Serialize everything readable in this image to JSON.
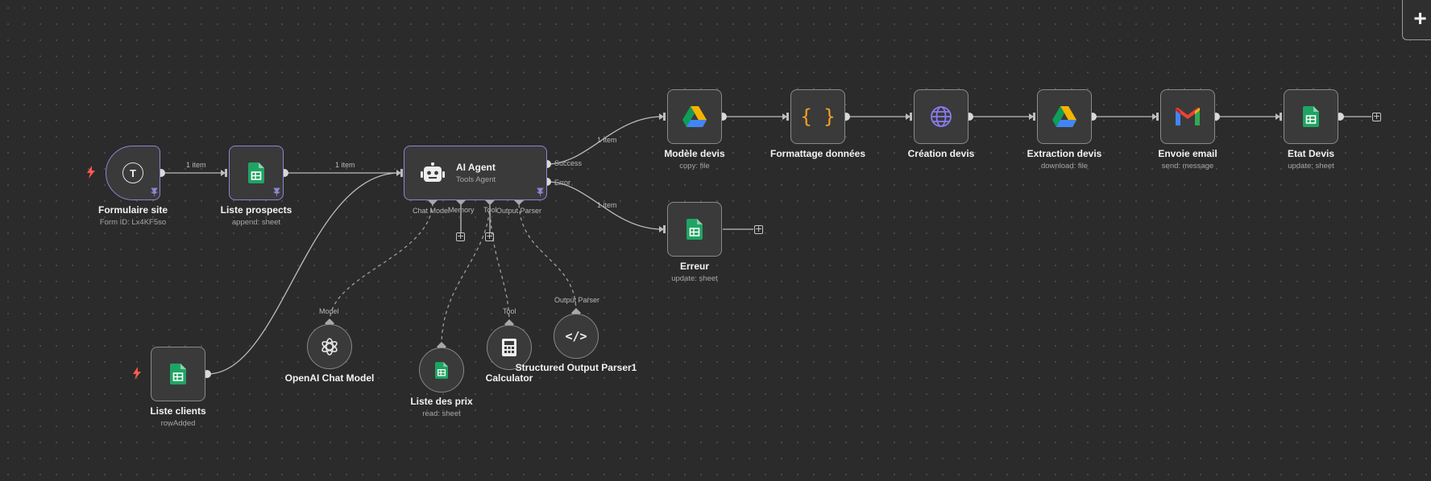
{
  "toolbar": {
    "add_label": "+"
  },
  "colors": {
    "accent": "#8b86d6",
    "sheets_green": "#1fa463",
    "trigger_bolt": "#ff5a4e",
    "code_orange": "#f4a024",
    "globe_purple": "#8a7cf0"
  },
  "nodes": {
    "formulaire": {
      "title": "Formulaire site",
      "subtitle": "Form ID: Lx4KF5so",
      "icon": "form-t-icon",
      "letter": "T"
    },
    "prospects": {
      "title": "Liste prospects",
      "subtitle": "append: sheet",
      "icon": "google-sheets-icon"
    },
    "clients": {
      "title": "Liste clients",
      "subtitle": "rowAdded",
      "icon": "google-sheets-icon"
    },
    "agent": {
      "title": "AI Agent",
      "subtitle": "Tools Agent",
      "icon": "robot-icon"
    },
    "modele": {
      "title": "Modèle devis",
      "subtitle": "copy: file",
      "icon": "google-drive-icon"
    },
    "formattage": {
      "title": "Formattage données",
      "subtitle": "",
      "icon": "code-braces-icon",
      "glyph": "{ }"
    },
    "creation": {
      "title": "Création devis",
      "subtitle": "",
      "icon": "globe-icon"
    },
    "extraction": {
      "title": "Extraction devis",
      "subtitle": "download: file",
      "icon": "google-drive-icon"
    },
    "envoie": {
      "title": "Envoie email",
      "subtitle": "send: message",
      "icon": "gmail-icon"
    },
    "etat": {
      "title": "Etat Devis",
      "subtitle": "update: sheet",
      "icon": "google-sheets-icon"
    },
    "erreur": {
      "title": "Erreur",
      "subtitle": "update: sheet",
      "icon": "google-sheets-icon"
    },
    "openai": {
      "title": "OpenAI Chat Model",
      "icon": "openai-icon"
    },
    "prix": {
      "title": "Liste des prix",
      "subtitle": "read: sheet",
      "icon": "google-sheets-icon"
    },
    "calculator": {
      "title": "Calculator",
      "icon": "calculator-icon"
    },
    "parser": {
      "title": "Structured Output Parser1",
      "icon": "code-tag-icon",
      "glyph": "</>"
    }
  },
  "edges": {
    "one_item": "1 item",
    "success": "Success",
    "error": "Error"
  },
  "ports": {
    "chat_model": "Chat Model",
    "memory": "Memory",
    "tool": "Tool",
    "output_parser": "Output Parser",
    "model_in": "Model",
    "tool_in": "Tool",
    "parser_in": "Output Parser"
  }
}
